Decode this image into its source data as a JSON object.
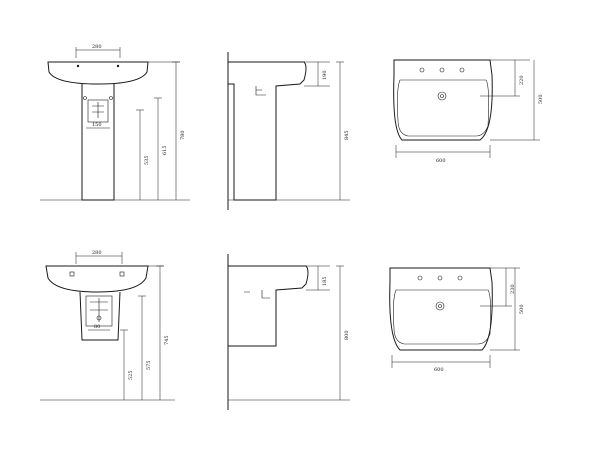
{
  "dimensions": {
    "top_front_width": "280",
    "top_front_inner": "150",
    "top_front_h1": "535",
    "top_front_h2": "615",
    "top_front_h3": "780",
    "top_side_depth": "190",
    "top_side_total": "845",
    "top_plan_depth1": "220",
    "top_plan_depth2": "500",
    "top_plan_width": "600",
    "bot_front_width": "280",
    "bot_front_inner": "80",
    "bot_front_h1": "525",
    "bot_front_h2": "575",
    "bot_front_h3": "745",
    "bot_side_depth": "185",
    "bot_side_total": "800",
    "bot_plan_depth1": "230",
    "bot_plan_depth2": "500",
    "bot_plan_width": "600"
  },
  "colors": {
    "line": "#1a1a1a",
    "background": "#ffffff"
  }
}
